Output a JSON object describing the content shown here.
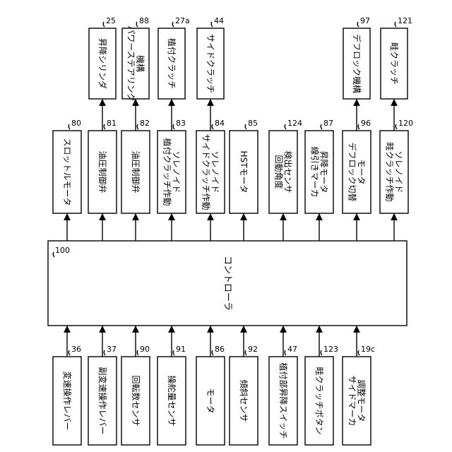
{
  "controller": {
    "ref": "100",
    "label": "コントローラ"
  },
  "outputs": [
    {
      "ref": "25",
      "lines": [
        "昇降シリンダ"
      ]
    },
    {
      "ref": "88",
      "lines": [
        "パワーステアリング",
        "機構"
      ]
    },
    {
      "ref": "27a",
      "lines": [
        "植付クラッチ"
      ]
    },
    {
      "ref": "44",
      "lines": [
        "サイドクラッチ"
      ]
    },
    {
      "ref": "97",
      "lines": [
        "デフロック機構"
      ]
    },
    {
      "ref": "121",
      "lines": [
        "畦クラッチ"
      ]
    }
  ],
  "drivers": [
    {
      "ref": "80",
      "lines": [
        "スロットルモータ"
      ]
    },
    {
      "ref": "81",
      "lines": [
        "油圧制御弁"
      ]
    },
    {
      "ref": "82",
      "lines": [
        "油圧制御弁"
      ]
    },
    {
      "ref": "83",
      "lines": [
        "植付クラッチ作動",
        "ソレノイド"
      ]
    },
    {
      "ref": "84",
      "lines": [
        "サイドクラッチ作動",
        "ソレノイド"
      ]
    },
    {
      "ref": "85",
      "lines": [
        "HSTモータ"
      ]
    },
    {
      "ref": "124",
      "lines": [
        "回動角度",
        "検出センサ"
      ]
    },
    {
      "ref": "87",
      "lines": [
        "線引きマーカ",
        "昇降モータ"
      ]
    },
    {
      "ref": "96",
      "lines": [
        "デフロック切替",
        "モータ"
      ]
    },
    {
      "ref": "120",
      "lines": [
        "畦クラッチ作動",
        "ソレノイド"
      ]
    }
  ],
  "inputs": [
    {
      "ref": "36",
      "lines": [
        "変速操作レバー"
      ]
    },
    {
      "ref": "37",
      "lines": [
        "副変速操作レバー"
      ]
    },
    {
      "ref": "90",
      "lines": [
        "回転数センサ"
      ]
    },
    {
      "ref": "91",
      "lines": [
        "操舵量センサ"
      ]
    },
    {
      "ref": "86",
      "lines": [
        "モータ"
      ]
    },
    {
      "ref": "92",
      "lines": [
        "傾斜センサ"
      ]
    },
    {
      "ref": "47",
      "lines": [
        "植付部昇降スイッチ"
      ]
    },
    {
      "ref": "123",
      "lines": [
        "畦クラッチボタン"
      ]
    },
    {
      "ref": "19c",
      "lines": [
        "サイドマーカ",
        "調整モータ"
      ]
    }
  ]
}
